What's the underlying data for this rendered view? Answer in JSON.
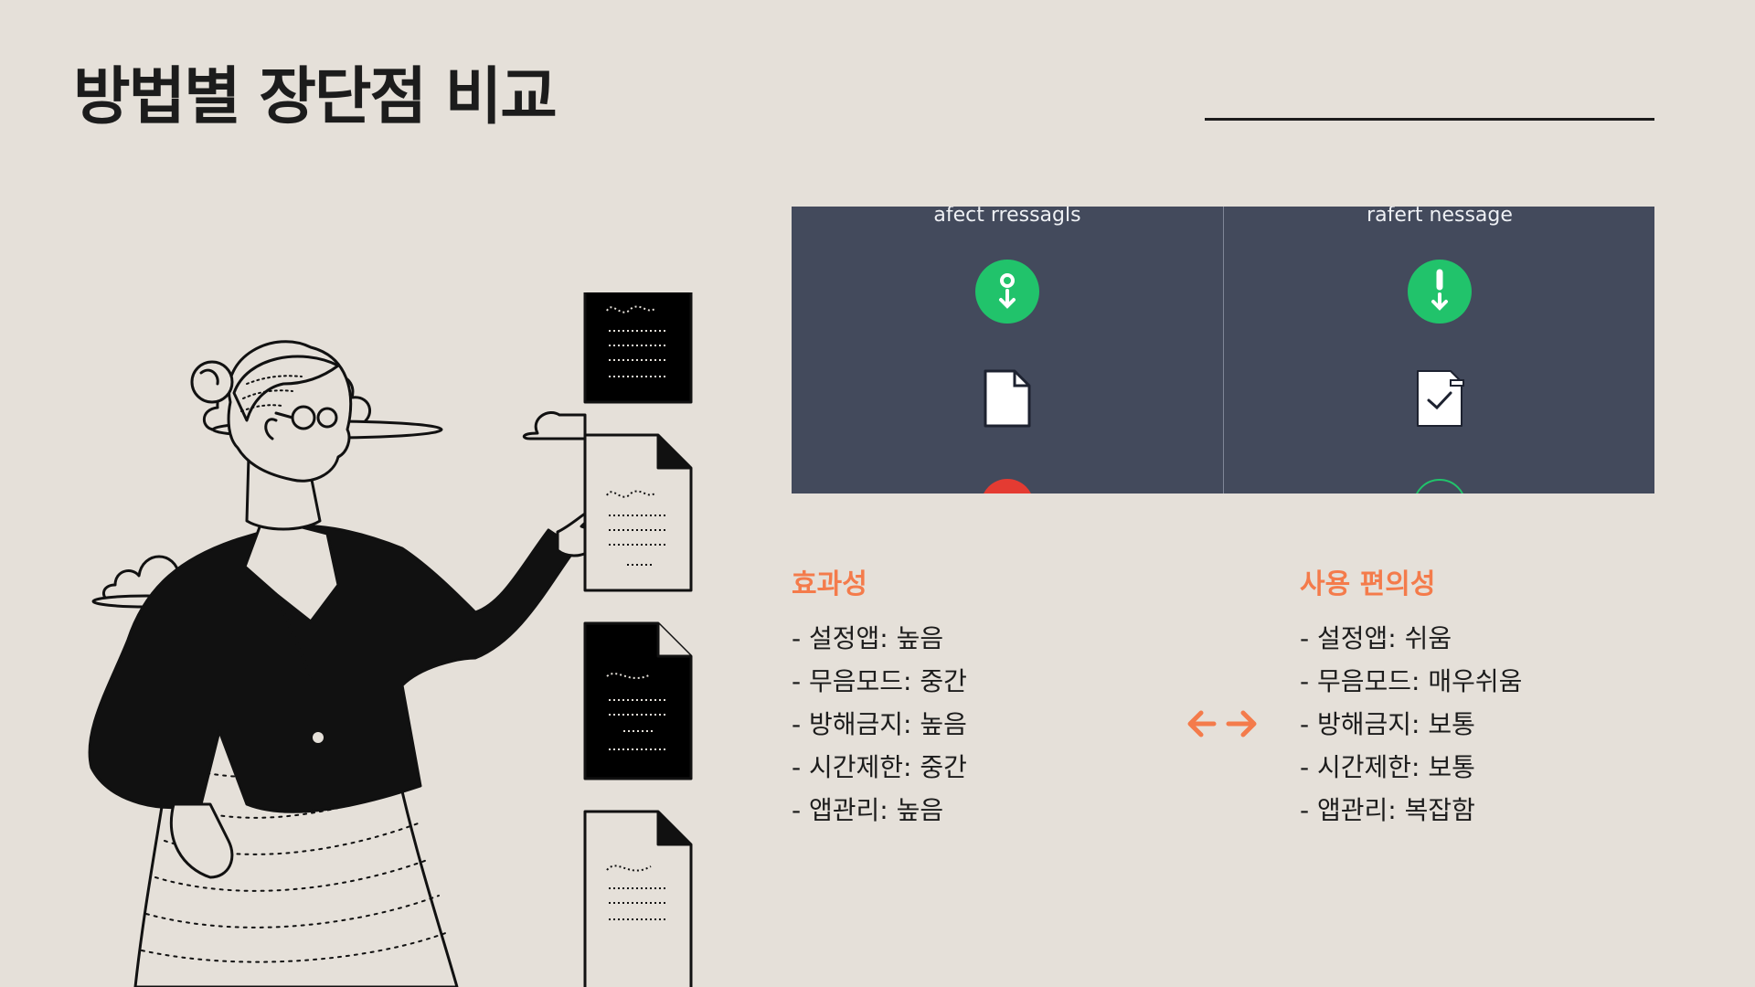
{
  "slide": {
    "title": "방법별 장단점 비교"
  },
  "screenshot": {
    "left_caption": "afect rressagls",
    "right_caption": "rafert nessage",
    "left_badge_icon": "download-icon",
    "right_badge_icon": "alert-icon",
    "accent_green": "#21c36b",
    "accent_red": "#e43b32",
    "panel_color": "#434a5c"
  },
  "comparison": {
    "accent_color": "#f47b4b",
    "effectiveness": {
      "heading": "효과성",
      "items": [
        "- 설정앱: 높음",
        "- 무음모드: 중간",
        "- 방해금지: 높음",
        "- 시간제한: 중간",
        "- 앱관리: 높음"
      ]
    },
    "convenience": {
      "heading": "사용 편의성",
      "items": [
        "- 설정앱: 쉬움",
        "- 무음모드: 매우쉬움",
        "- 방해금지: 보통",
        "- 시간제한: 보통",
        "- 앱관리: 복잡함"
      ]
    }
  }
}
